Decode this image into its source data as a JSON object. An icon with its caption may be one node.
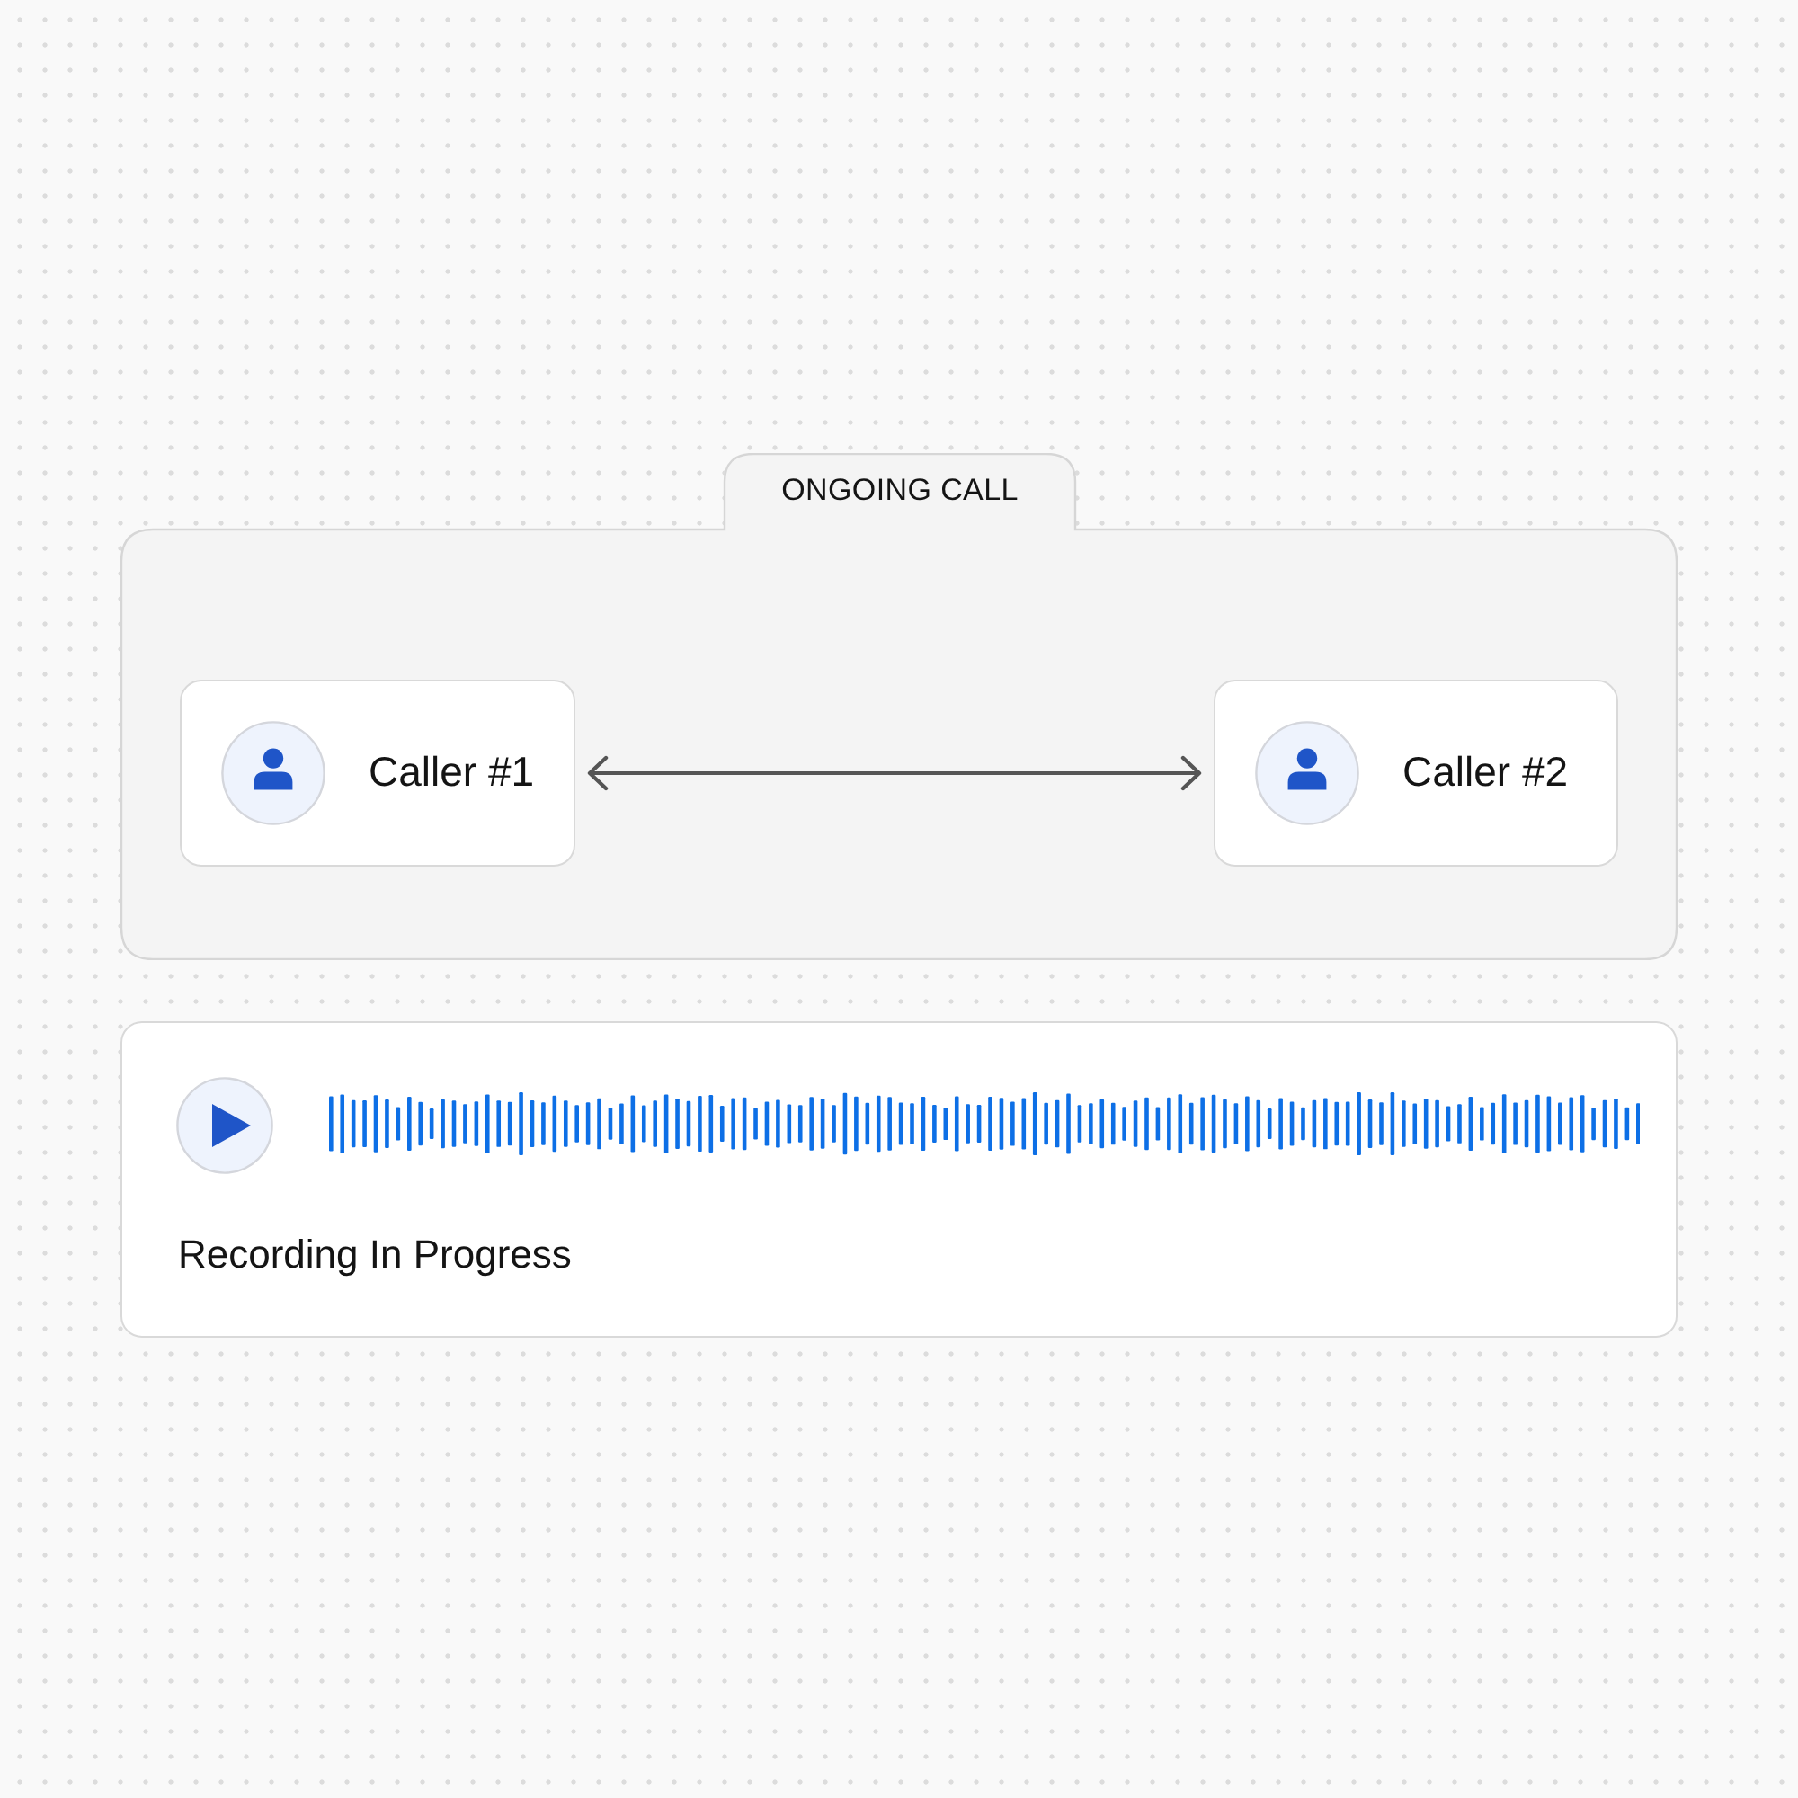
{
  "diagram": {
    "nodes": [
      {
        "text": [
          "ONGOING CALL"
        ]
      },
      {
        "text": [
          "Caller #1"
        ],
        "in": 0
      },
      {
        "text": [
          "Caller #2"
        ],
        "in": 0
      },
      {
        "text": [
          "Recording In Progress"
        ]
      }
    ],
    "edges": [
      {
        "from": 1,
        "to": 2,
        "arrow": "both"
      }
    ]
  }
}
